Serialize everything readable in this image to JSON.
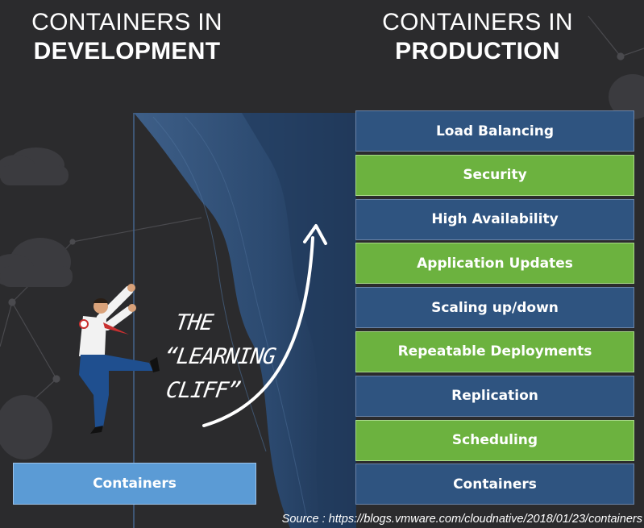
{
  "headings": {
    "development": {
      "line1": "CONTAINERS IN",
      "line2": "DEVELOPMENT"
    },
    "production": {
      "line1": "CONTAINERS IN",
      "line2": "PRODUCTION"
    }
  },
  "development_block": {
    "label": "Containers"
  },
  "production_stack": [
    {
      "label": "Load Balancing",
      "color": "#2f5480"
    },
    {
      "label": "Security",
      "color": "#6cb23f"
    },
    {
      "label": "High Availability",
      "color": "#2f5480"
    },
    {
      "label": "Application Updates",
      "color": "#6cb23f"
    },
    {
      "label": "Scaling up/down",
      "color": "#2f5480"
    },
    {
      "label": "Repeatable Deployments",
      "color": "#6cb23f"
    },
    {
      "label": "Replication",
      "color": "#2f5480"
    },
    {
      "label": "Scheduling",
      "color": "#6cb23f"
    },
    {
      "label": "Containers",
      "color": "#2f5480"
    }
  ],
  "cliff_label": {
    "line1": "THE",
    "line2": "“LEARNING",
    "line3": "CLIFF”"
  },
  "source": "Source : https://blogs.vmware.com/cloudnative/2018/01/23/containers",
  "colors": {
    "background": "#2b2b2d",
    "layer_blue": "#2f5480",
    "layer_green": "#6cb23f",
    "dev_block": "#5b9bd5"
  },
  "icons": [
    "climbing-man-illustration",
    "upward-arrow-icon",
    "cloud-decoration",
    "network-node-decoration"
  ]
}
